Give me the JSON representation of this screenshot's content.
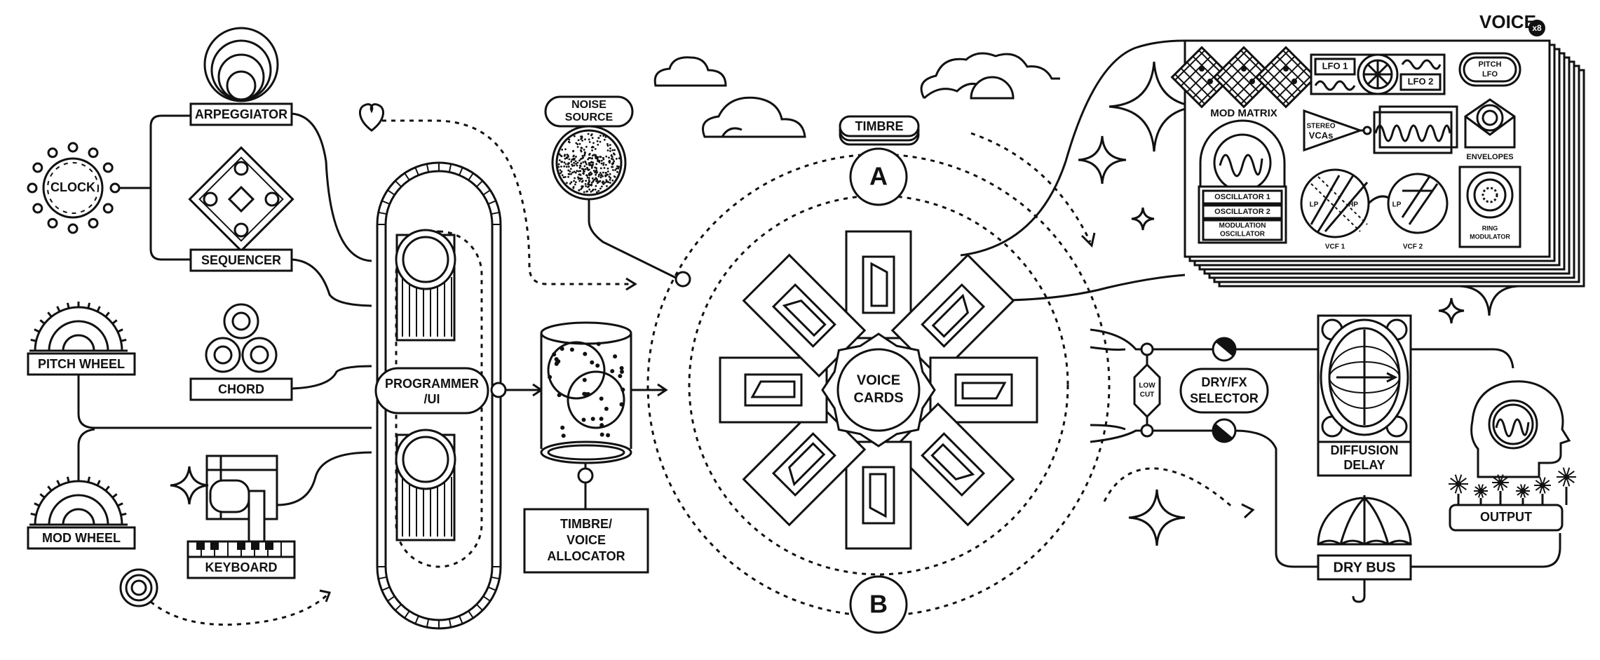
{
  "inputs": {
    "clock": "CLOCK",
    "arpeggiator": "ARPEGGIATOR",
    "sequencer": "SEQUENCER",
    "chord": "CHORD",
    "pitch_wheel": "PITCH WHEEL",
    "mod_wheel": "MOD WHEEL",
    "keyboard": "KEYBOARD"
  },
  "programmer": {
    "line1": "PROGRAMMER",
    "line2": "/UI"
  },
  "noise_source": {
    "line1": "NOISE",
    "line2": "SOURCE"
  },
  "allocator": {
    "line1": "TIMBRE/",
    "line2": "VOICE",
    "line3": "ALLOCATOR"
  },
  "timbre": {
    "label": "TIMBRE",
    "a": "A",
    "b": "B"
  },
  "voice_cards": {
    "line1": "VOICE",
    "line2": "CARDS"
  },
  "voice_panel": {
    "title": "VOICE",
    "badge": "x8",
    "mod_matrix": "MOD MATRIX",
    "lfo1": "LFO 1",
    "lfo2": "LFO 2",
    "pitch_lfo_1": "PITCH",
    "pitch_lfo_2": "LFO",
    "stereo_vcas_1": "STEREO",
    "stereo_vcas_2": "VCAs",
    "envelopes": "ENVELOPES",
    "osc1": "OSCILLATOR 1",
    "osc2": "OSCILLATOR 2",
    "mod_osc_1": "MODULATION",
    "mod_osc_2": "OSCILLATOR",
    "lp": "LP",
    "hp": "HP",
    "lp2": "LP",
    "vcf1": "VCF 1",
    "vcf2": "VCF 2",
    "ring_1": "RING",
    "ring_2": "MODULATOR"
  },
  "output_chain": {
    "low_cut_1": "LOW",
    "low_cut_2": "CUT",
    "dry_fx_1": "DRY/FX",
    "dry_fx_2": "SELECTOR",
    "diffusion_1": "DIFFUSION",
    "diffusion_2": "DELAY",
    "dry_bus": "DRY BUS",
    "output": "OUTPUT"
  },
  "colors": {
    "ink": "#111111",
    "paper": "#ffffff"
  },
  "icons": [
    "heart-icon",
    "sparkle-icon",
    "cloud-icon",
    "knob-icon",
    "umbrella-icon",
    "head-icon",
    "flower-icon"
  ]
}
